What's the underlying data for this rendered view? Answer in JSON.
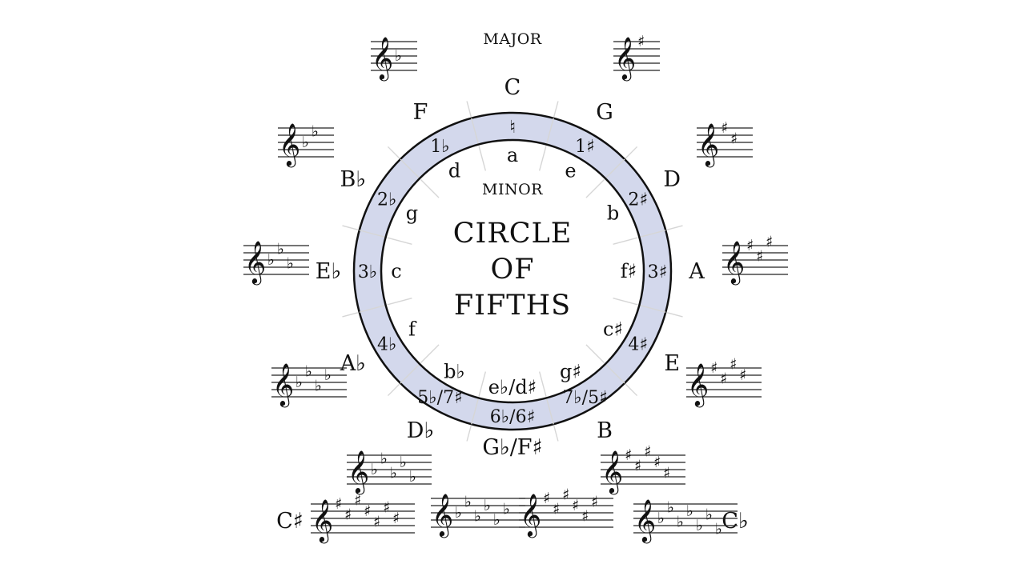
{
  "headings": {
    "major": "MAJOR",
    "minor": "MINOR"
  },
  "title": [
    "CIRCLE",
    "OF",
    "FIFTHS"
  ],
  "colors": {
    "ring": "#d3d8ec",
    "outline": "#111111",
    "text": "#111111",
    "clef": "#9a9a9a",
    "divider": "#d6d6d6"
  },
  "positions": [
    {
      "major": "C",
      "sig": "♮",
      "minor": "a"
    },
    {
      "major": "G",
      "sig": "1♯",
      "minor": "e"
    },
    {
      "major": "D",
      "sig": "2♯",
      "minor": "b"
    },
    {
      "major": "A",
      "sig": "3♯",
      "minor": "f♯"
    },
    {
      "major": "E",
      "sig": "4♯",
      "minor": "c♯"
    },
    {
      "major": "B",
      "sig": "7♭/5♯",
      "minor": "g♯"
    },
    {
      "major": "G♭/F♯",
      "sig": "6♭/6♯",
      "minor": "e♭/d♯"
    },
    {
      "major": "D♭",
      "sig": "5♭/7♯",
      "minor": "b♭"
    },
    {
      "major": "A♭",
      "sig": "4♭",
      "minor": "f"
    },
    {
      "major": "E♭",
      "sig": "3♭",
      "minor": "c"
    },
    {
      "major": "B♭",
      "sig": "2♭",
      "minor": "g"
    },
    {
      "major": "F",
      "sig": "1♭",
      "minor": "d"
    }
  ],
  "extra_labels": [
    {
      "id": "c-sharp",
      "text": "C♯"
    },
    {
      "id": "c-flat",
      "text": "C♭"
    }
  ],
  "staves": [
    {
      "id": "f-major",
      "type": "flat",
      "count": 1
    },
    {
      "id": "g-major",
      "type": "sharp",
      "count": 1
    },
    {
      "id": "b-flat-major",
      "type": "flat",
      "count": 2
    },
    {
      "id": "d-major",
      "type": "sharp",
      "count": 2
    },
    {
      "id": "e-flat-major",
      "type": "flat",
      "count": 3
    },
    {
      "id": "a-major",
      "type": "sharp",
      "count": 3
    },
    {
      "id": "a-flat-major",
      "type": "flat",
      "count": 4
    },
    {
      "id": "e-major",
      "type": "sharp",
      "count": 4
    },
    {
      "id": "d-flat-major",
      "type": "flat",
      "count": 5
    },
    {
      "id": "b-major",
      "type": "sharp",
      "count": 5
    },
    {
      "id": "c-sharp-major",
      "type": "sharp",
      "count": 7
    },
    {
      "id": "g-flat-major",
      "type": "flat",
      "count": 6
    },
    {
      "id": "f-sharp-major",
      "type": "sharp",
      "count": 6
    },
    {
      "id": "c-flat-major",
      "type": "flat",
      "count": 7
    }
  ]
}
